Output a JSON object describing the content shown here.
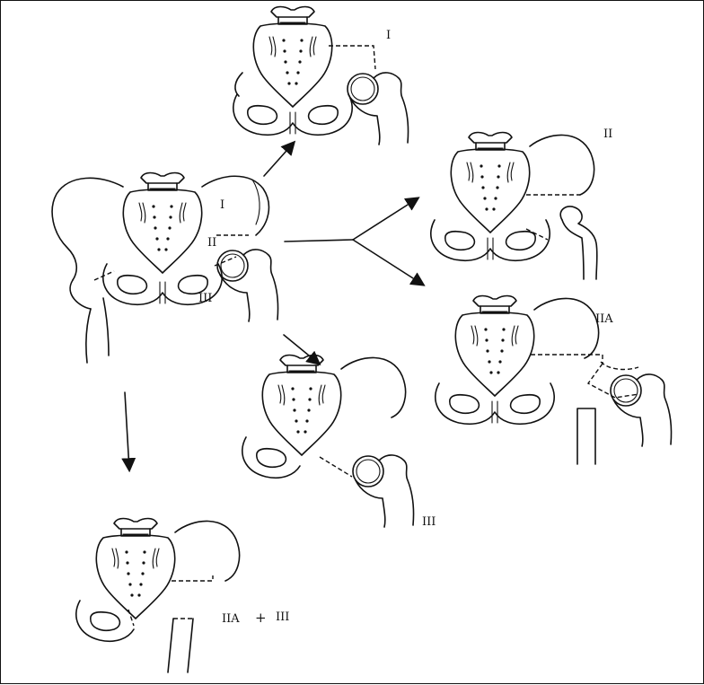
{
  "labels": {
    "main_zone_i": "I",
    "main_zone_ii": "II",
    "main_zone_iii": "III",
    "type_i": "I",
    "type_ii": "II",
    "type_iia": "IIA",
    "type_iii": "III",
    "combo_iia": "IIA",
    "combo_plus": "+",
    "combo_iii": "III"
  }
}
